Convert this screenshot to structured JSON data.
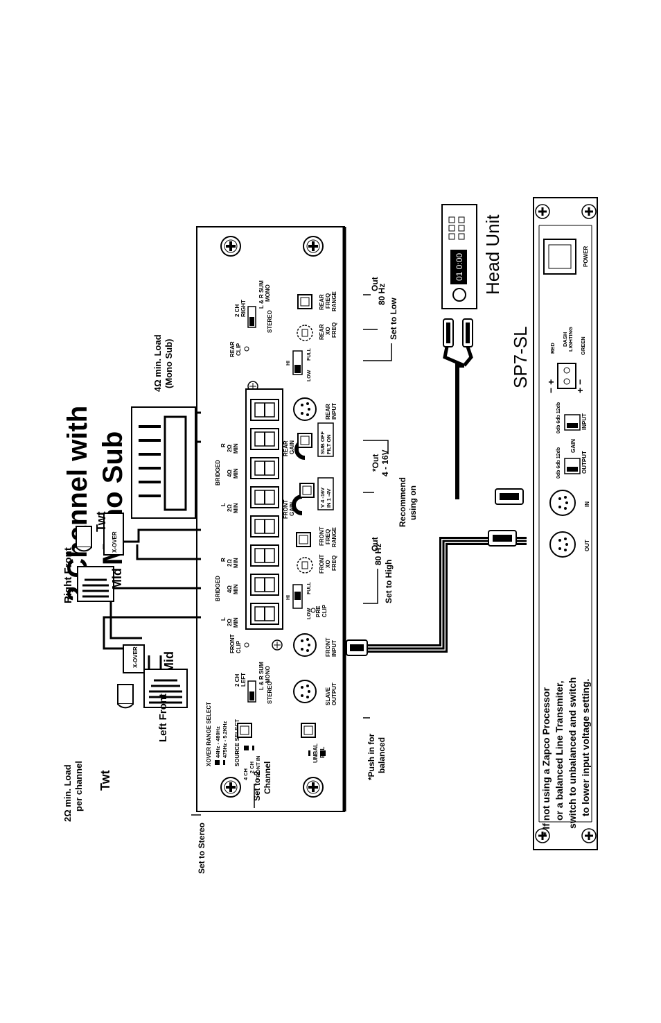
{
  "title_line1": "2 Channel with",
  "title_line2": "Mono Sub",
  "speaker_left": {
    "load_line1": "2Ω min. Load",
    "load_line2": "per channel",
    "twt": "Twt",
    "mid": "Mid",
    "xover": "X-OVER",
    "name": "Left Front"
  },
  "speaker_right": {
    "name": "Right Front",
    "mid": "Mid",
    "twt": "Twt",
    "xover": "X-OVER"
  },
  "sub": {
    "load_line1": "4Ω min. Load",
    "load_line2": "(Mono Sub)"
  },
  "amp": {
    "xover_range_select": "XOVER RANGE SELECT",
    "range_44": "44Hz - 480Hz",
    "range_475": "475Hz - 5.2KHz",
    "source_select": "SOURCE SELECT",
    "source_4ch": "4 CH",
    "source_2ch": "2 CH",
    "front_in": "FRONT IN",
    "unbal": "UNBAL",
    "bal": "BAL",
    "two_ch_left": [
      "2 CH",
      "LEFT"
    ],
    "two_ch_right": [
      "2 CH",
      "RIGHT"
    ],
    "stereo": "STEREO",
    "lr_sum": [
      "L & R SUM",
      "MONO"
    ],
    "slave_output": [
      "SLAVE",
      "OUTPUT"
    ],
    "front_input": [
      "FRONT",
      "INPUT"
    ],
    "rear_input": [
      "REAR",
      "INPUT"
    ],
    "front_clip": [
      "FRONT",
      "CLIP"
    ],
    "rear_clip": [
      "REAR",
      "CLIP"
    ],
    "hi": "HI",
    "low": "LOW",
    "full": "FULL",
    "pre_clip": [
      "PRE",
      "CLIP"
    ],
    "front_xo_freq": [
      "FRONT",
      "XO",
      "FREQ"
    ],
    "front_freq_range": [
      "FRONT",
      "FREQ",
      "RANGE"
    ],
    "front_gain": [
      "FRONT",
      "GAIN"
    ],
    "rear_gain": [
      "REAR",
      "GAIN"
    ],
    "rear_xo_freq": [
      "REAR",
      "XO",
      "FREQ"
    ],
    "rear_freq_range": [
      "REAR",
      "FREQ",
      "RANGE"
    ],
    "v_range": [
      "V  4 -16V",
      "IN  1 -4V"
    ],
    "sub_filt": [
      "SUB  OFF",
      "FILT  ON"
    ],
    "l": "L",
    "r": "R",
    "bridged": "BRIDGED",
    "min2": [
      "2Ω",
      "MIN"
    ],
    "min4": [
      "4Ω",
      "MIN"
    ]
  },
  "notes": {
    "set_stereo": "Set to Stereo",
    "set_2ch": [
      "Set to 2",
      "Channel"
    ],
    "push_in": [
      "*Push in for",
      "balanced"
    ],
    "front_out": "Out",
    "front_80": "80 Hz",
    "set_high": "Set to High",
    "v_out": "*Out",
    "v_range": "4 - 16V",
    "recommend": [
      "Recommend",
      "using on"
    ],
    "rear_out": "Out",
    "rear_80": "80 Hz",
    "set_low": "Set to Low"
  },
  "head_unit": {
    "label": "Head Unit",
    "display": "01 0:00"
  },
  "sp7": {
    "label": "SP7-SL",
    "out": "OUT",
    "in": "IN",
    "output": "OUTPUT",
    "gain": "GAIN",
    "input": "INPUT",
    "db_levels": "0db  6db  12db",
    "red": "RED",
    "dash": [
      "DASH",
      "LIGHTING"
    ],
    "green": "GREEN",
    "power": "POWER"
  },
  "footnote": [
    "* If not using a Zapco Processor",
    "or a balanced Line Transmiter,",
    "switch to unbalanced and switch",
    "to lower input voltage setting."
  ]
}
